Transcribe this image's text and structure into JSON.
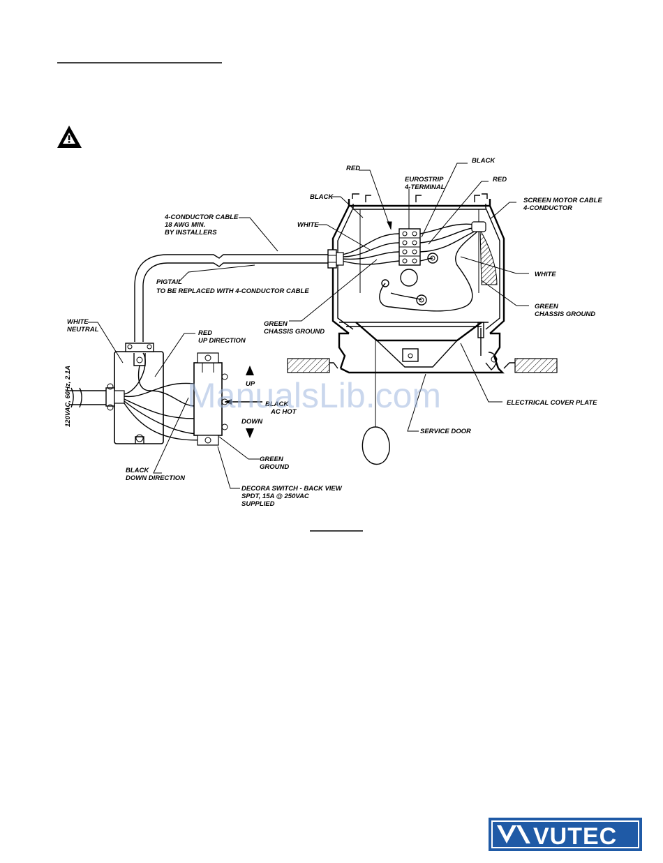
{
  "labels": {
    "red_top": "RED",
    "eurostrip_1": "EUROSTRIP",
    "eurostrip_2": "4-TERMINAL",
    "black_top": "BLACK",
    "red_right": "RED",
    "black_left": "BLACK",
    "screen_motor_1": "SCREEN MOTOR CABLE",
    "screen_motor_2": "4-CONDUCTOR",
    "cable_1": "4-CONDUCTOR CABLE",
    "cable_2": "18 AWG MIN.",
    "cable_3": "BY INSTALLERS",
    "white_left": "WHITE",
    "white_right": "WHITE",
    "green_right_1": "GREEN",
    "green_right_2": "CHASSIS GROUND",
    "pigtail_1": "PIGTAIL",
    "pigtail_2": "TO BE REPLACED WITH 4-CONDUCTOR CABLE",
    "green_left_1": "GREEN",
    "green_left_2": "CHASSIS GROUND",
    "white_neutral_1": "WHITE",
    "white_neutral_2": "NEUTRAL",
    "red_up_1": "RED",
    "red_up_2": "UP DIRECTION",
    "up": "UP",
    "down": "DOWN",
    "black_hot_1": "BLACK",
    "black_hot_2": "AC HOT",
    "electrical_cover": "ELECTRICAL COVER PLATE",
    "service_door": "SERVICE DOOR",
    "green_ground_1": "GREEN",
    "green_ground_2": "GROUND",
    "black_down_1": "BLACK",
    "black_down_2": "DOWN DIRECTION",
    "decora_1": "DECORA SWITCH - BACK VIEW",
    "decora_2": "SPDT, 15A @ 250VAC",
    "decora_3": "SUPPLIED",
    "supply": "120VAC, 60Hz, 2.1A"
  },
  "watermark": "ManualsLib.com",
  "logo": {
    "text": "VUTEC",
    "color": "#1f5aa6"
  },
  "warning_icon": "warning-triangle-icon"
}
